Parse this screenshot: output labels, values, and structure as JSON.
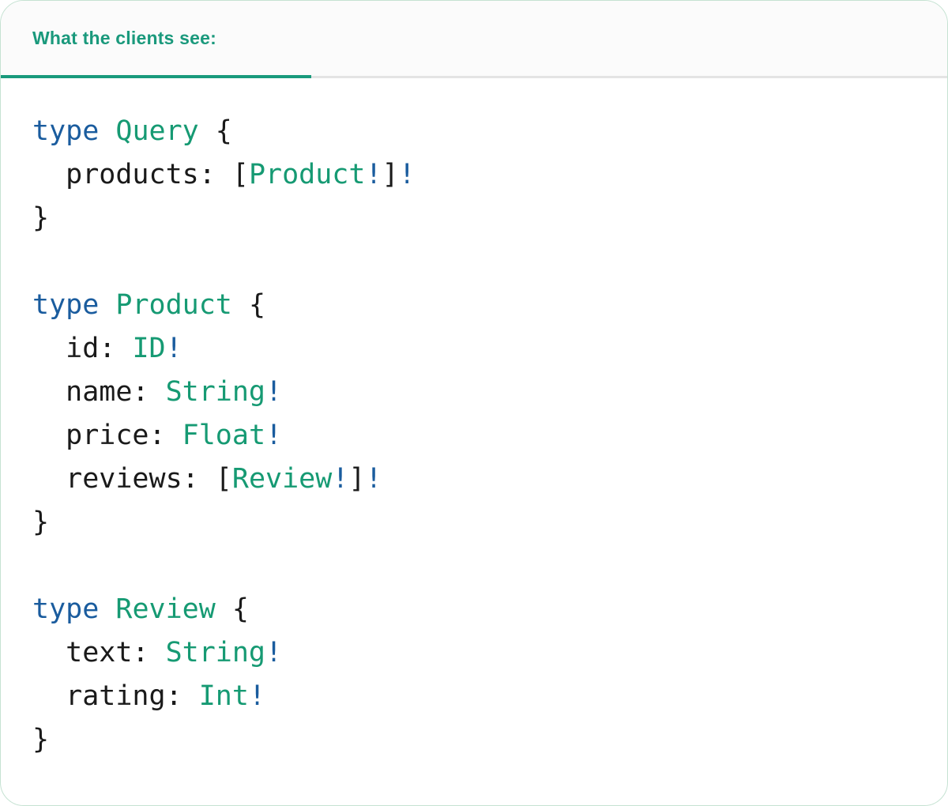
{
  "card": {
    "header": {
      "tab_label": "What the clients see:"
    },
    "colors": {
      "keyword": "#1a5c9e",
      "type_name": "#169a73",
      "plain": "#1a1a1a",
      "header_text": "#1a997c",
      "underline": "#199a7c",
      "divider": "#e4e4e4",
      "header_bg": "#fbfbfb",
      "card_bg": "#ffffff",
      "card_border": "#c5e2d2"
    },
    "code": {
      "language": "graphql",
      "lines": [
        [
          {
            "t": "keyword",
            "v": "type"
          },
          {
            "t": "plain",
            "v": " "
          },
          {
            "t": "type",
            "v": "Query"
          },
          {
            "t": "plain",
            "v": " {"
          }
        ],
        [
          {
            "t": "plain",
            "v": "  products: ["
          },
          {
            "t": "type",
            "v": "Product"
          },
          {
            "t": "keyword",
            "v": "!"
          },
          {
            "t": "plain",
            "v": "]"
          },
          {
            "t": "keyword",
            "v": "!"
          }
        ],
        [
          {
            "t": "plain",
            "v": "}"
          }
        ],
        [],
        [
          {
            "t": "keyword",
            "v": "type"
          },
          {
            "t": "plain",
            "v": " "
          },
          {
            "t": "type",
            "v": "Product"
          },
          {
            "t": "plain",
            "v": " {"
          }
        ],
        [
          {
            "t": "plain",
            "v": "  id: "
          },
          {
            "t": "type",
            "v": "ID"
          },
          {
            "t": "keyword",
            "v": "!"
          }
        ],
        [
          {
            "t": "plain",
            "v": "  name: "
          },
          {
            "t": "type",
            "v": "String"
          },
          {
            "t": "keyword",
            "v": "!"
          }
        ],
        [
          {
            "t": "plain",
            "v": "  price: "
          },
          {
            "t": "type",
            "v": "Float"
          },
          {
            "t": "keyword",
            "v": "!"
          }
        ],
        [
          {
            "t": "plain",
            "v": "  reviews: ["
          },
          {
            "t": "type",
            "v": "Review"
          },
          {
            "t": "keyword",
            "v": "!"
          },
          {
            "t": "plain",
            "v": "]"
          },
          {
            "t": "keyword",
            "v": "!"
          }
        ],
        [
          {
            "t": "plain",
            "v": "}"
          }
        ],
        [],
        [
          {
            "t": "keyword",
            "v": "type"
          },
          {
            "t": "plain",
            "v": " "
          },
          {
            "t": "type",
            "v": "Review"
          },
          {
            "t": "plain",
            "v": " {"
          }
        ],
        [
          {
            "t": "plain",
            "v": "  text: "
          },
          {
            "t": "type",
            "v": "String"
          },
          {
            "t": "keyword",
            "v": "!"
          }
        ],
        [
          {
            "t": "plain",
            "v": "  rating: "
          },
          {
            "t": "type",
            "v": "Int"
          },
          {
            "t": "keyword",
            "v": "!"
          }
        ],
        [
          {
            "t": "plain",
            "v": "}"
          }
        ]
      ]
    }
  }
}
